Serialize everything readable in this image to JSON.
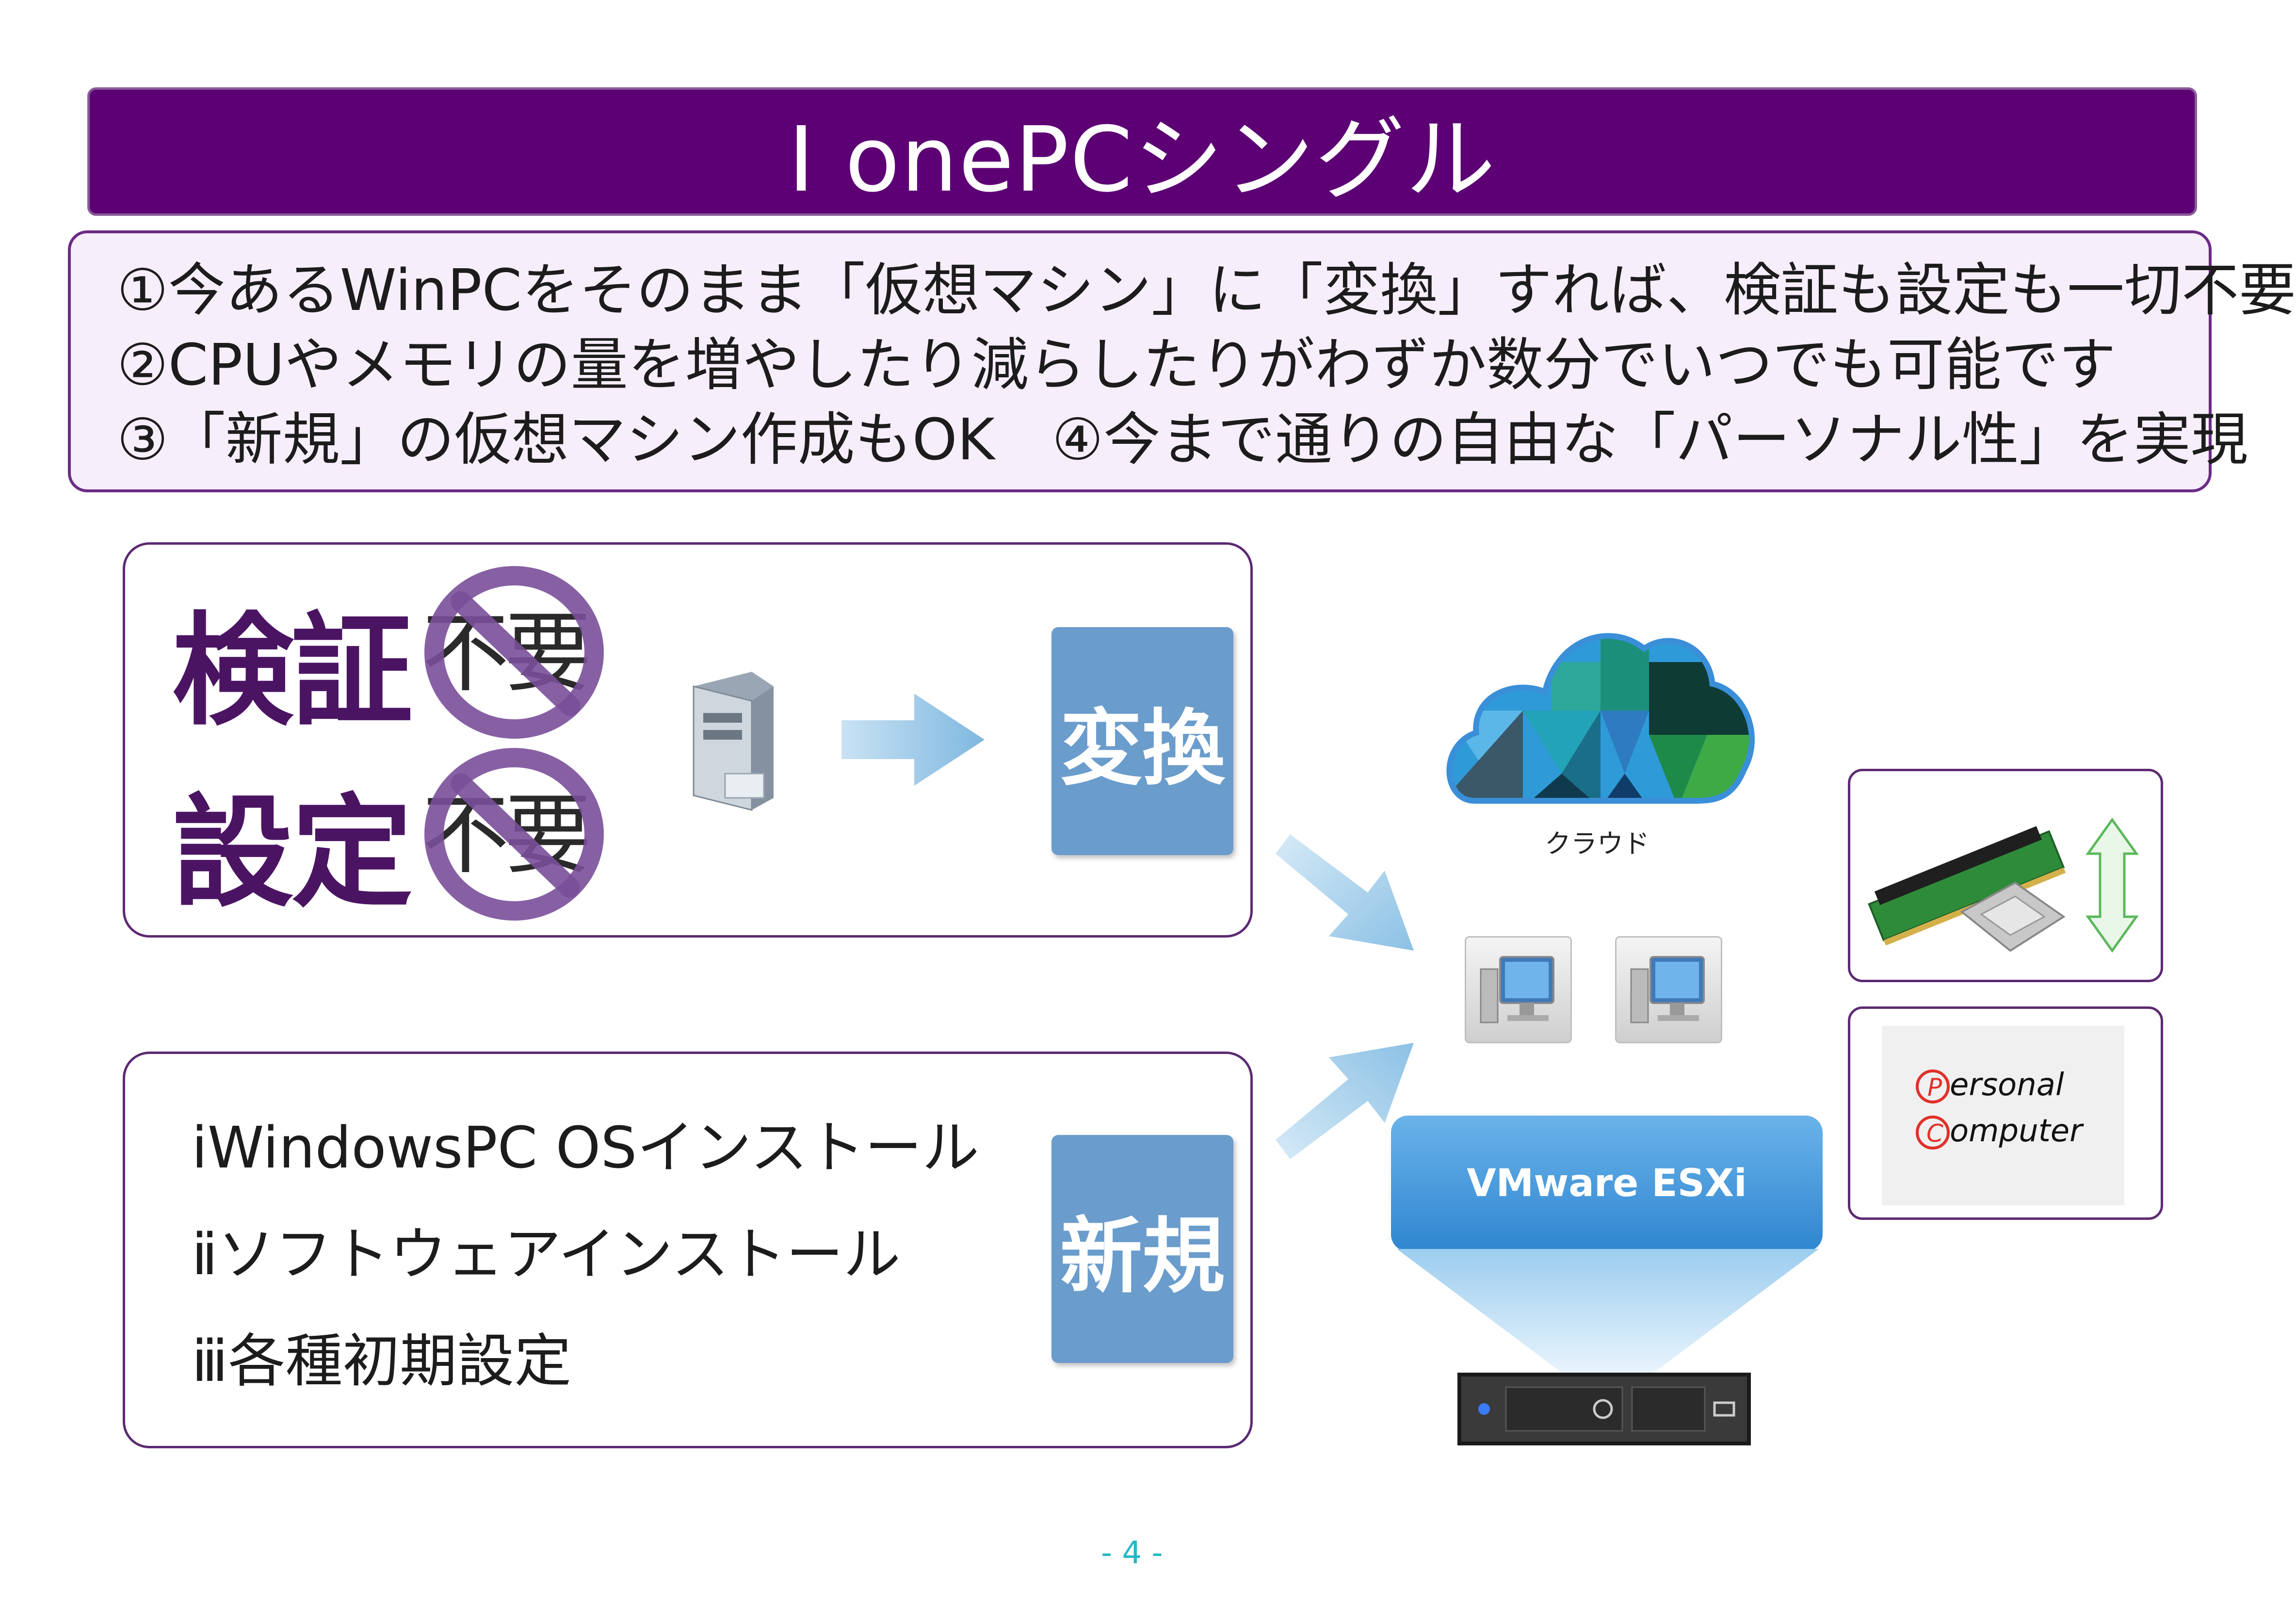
{
  "title": "Ⅰ onePCシングル",
  "summary": [
    "①今あるWinPCをそのまま「仮想マシン」に「変換」すれば、検証も設定も一切不要",
    "②CPUやメモリの量を増やしたり減らしたりがわずか数分でいつでも可能です",
    "③「新規」の仮想マシン作成もOK　④今まで通りの自由な「パーソナル性」を実現"
  ],
  "top_panel": {
    "word1": "検証",
    "word2": "設定",
    "stamp_text": "不要",
    "action": "変換"
  },
  "bottom_panel": {
    "items": [
      "ⅰWindowsPC OSインストール",
      "ⅱソフトウェアインストール",
      "ⅲ各種初期設定"
    ],
    "action": "新規"
  },
  "cloud_label": "クラウド",
  "esxi_label": "VMware ESXi",
  "personal_computer": {
    "line1": "ersonal",
    "line2": "omputer",
    "letter1": "P",
    "letter2": "C"
  },
  "page_number": "- 4 -",
  "colors": {
    "title_bg": "#5c0074",
    "panel_border": "#5c2a72",
    "action_box": "#6a9ccc",
    "esxi": "#3d93d8"
  }
}
